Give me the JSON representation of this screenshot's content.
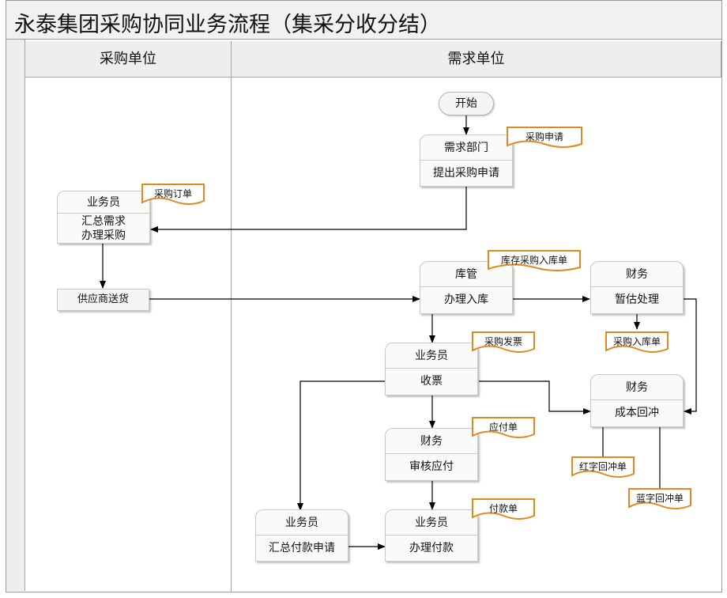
{
  "title": "永泰集团采购协同业务流程（集采分收分结）",
  "lanes": {
    "purchase": "采购单位",
    "demand": "需求单位"
  },
  "start": "开始",
  "nodes": {
    "demand_dept": {
      "role": "需求部门",
      "task": "提出采购申请",
      "doc": "采购申请"
    },
    "clerk1": {
      "role": "业务员",
      "task_line1": "汇总需求",
      "task_line2": "办理采购",
      "doc": "采购订单"
    },
    "supplier": {
      "task": "供应商送货"
    },
    "warehouse": {
      "role": "库管",
      "task": "办理入库",
      "doc": "库存采购入库单"
    },
    "finance1": {
      "role": "财务",
      "task": "暂估处理",
      "doc": "采购入库单"
    },
    "clerk2": {
      "role": "业务员",
      "task": "收票",
      "doc": "采购发票"
    },
    "finance2": {
      "role": "财务",
      "task": "成本回冲",
      "doc_red": "红字回冲单",
      "doc_blue": "蓝字回冲单"
    },
    "finance3": {
      "role": "财务",
      "task": "审核应付",
      "doc": "应付单"
    },
    "clerk3": {
      "role": "业务员",
      "task": "汇总付款申请"
    },
    "clerk4": {
      "role": "业务员",
      "task": "办理付款",
      "doc": "付款单"
    }
  },
  "colors": {
    "doc_border": "#e08a1e",
    "line": "#000000",
    "header_bg": "#eeeeec",
    "border": "#a6a6a6"
  }
}
